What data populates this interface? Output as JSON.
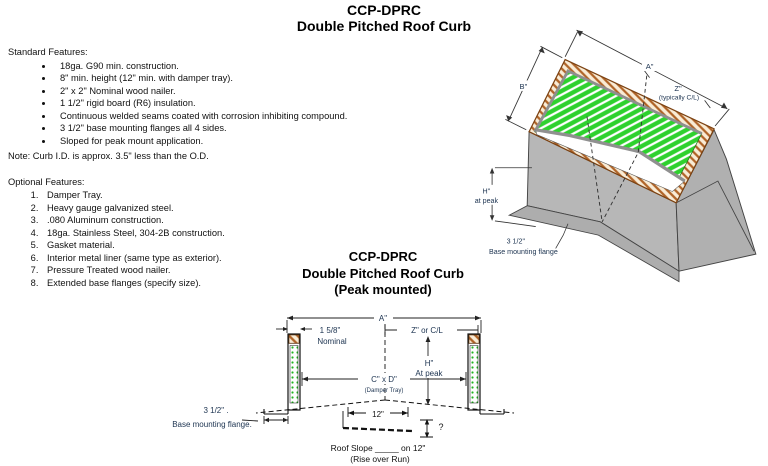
{
  "title": {
    "line1": "CCP-DPRC",
    "line2": "Double Pitched Roof Curb"
  },
  "standard": {
    "heading": "Standard Features:",
    "items": [
      "18ga. G90 min. construction.",
      "8\" min. height (12\" min. with damper tray).",
      "2\" x 2\" Nominal wood nailer.",
      "1 1/2\" rigid board (R6) insulation.",
      "Continuous welded seams coated with corrosion inhibiting compound.",
      "3 1/2\" base mounting flanges all 4 sides.",
      "Sloped for peak mount application."
    ],
    "note": "Note: Curb I.D. is approx. 3.5\" less than the O.D."
  },
  "optional": {
    "heading": "Optional Features:",
    "items": [
      "Damper Tray.",
      "Heavy gauge galvanized steel.",
      ".080 Aluminum construction.",
      "18ga. Stainless Steel, 304-2B construction.",
      "Gasket material.",
      "Interior metal liner (same type as exterior).",
      "Pressure Treated wood nailer.",
      "Extended base flanges (specify size)."
    ]
  },
  "section": {
    "title1": "CCP-DPRC",
    "title2": "Double Pitched Roof Curb",
    "title3": "(Peak mounted)",
    "dim_a": "A\"",
    "nominal1": "1 5/8\"",
    "nominal2": "Nominal",
    "dim_z": "Z\" or C/L",
    "dim_h1": "H\"",
    "dim_h2": "At peak",
    "dim_cd": "C\" x D\"",
    "damper": "(Damper Tray)",
    "flange1": "3 1/2\" .",
    "flange2": "Base mounting flange.",
    "dim_12": "12\"",
    "question": "?",
    "slope1": "Roof Slope _____ on 12\"",
    "slope2": "(Rise over Run)"
  },
  "iso": {
    "dim_b": "B\"",
    "dim_a": "A\"",
    "dim_z1": "Z\"",
    "dim_z2": "(typically C/L)",
    "dim_h1": "H\"",
    "dim_h2": "at peak",
    "flange1": "3 1/2\"",
    "flange2": "Base mounting flange"
  },
  "colors": {
    "wood": "#b06428",
    "insulation": "#2ed12e",
    "body_gray": "#b7b7b7",
    "label_navy": "#1c3350"
  }
}
